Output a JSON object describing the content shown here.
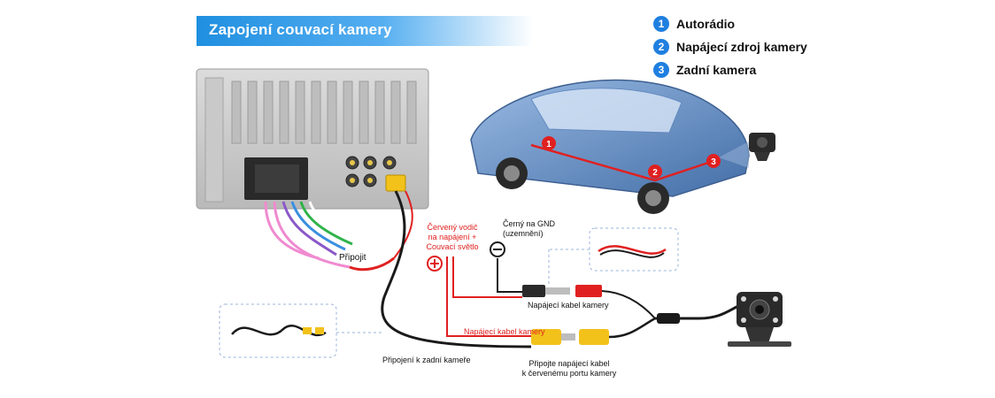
{
  "title": "Zapojení couvací kamery",
  "legend": [
    {
      "num": "1",
      "label": "Autorádio"
    },
    {
      "num": "2",
      "label": "Napájecí zdroj kamery"
    },
    {
      "num": "3",
      "label": "Zadní kamera"
    }
  ],
  "car_markers": [
    "1",
    "2",
    "3"
  ],
  "polarity": {
    "plus": "+",
    "minus": "−"
  },
  "labels": {
    "pripojit": "Připojit",
    "red_wire_line1": "Červený vodič",
    "red_wire_line2": "na napájení +",
    "red_wire_line3": "Couvací světlo",
    "black_gnd_line1": "Černý na GND",
    "black_gnd_line2": "(uzemnění)",
    "napajeci_kabel_kamery": "Napájecí kabel kamery",
    "napajeci_kabel_kamery_red": "Napájecí kabel kamery",
    "pripojeni_k_zadni_kamere": "Připojení k zadní kameře",
    "pripojte_line1": "Připojte napájecí kabel",
    "pripojte_line2": "k červenému portu kamery"
  },
  "colors": {
    "accent_blue": "#1f7fe0",
    "wire_red": "#e02020",
    "wire_black": "#1a1a1a",
    "rca_yellow": "#f2c21b",
    "car_blue": "#3f6fb0",
    "connector_pink": "#f08ad0"
  }
}
